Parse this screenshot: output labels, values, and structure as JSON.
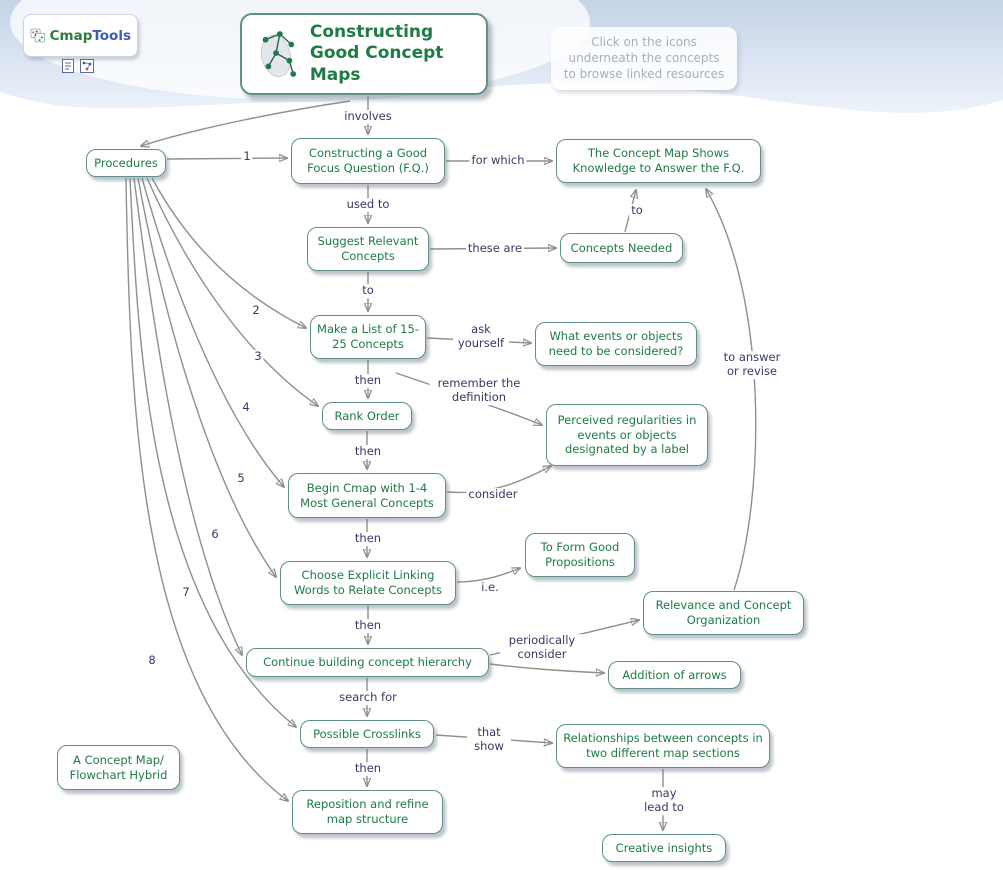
{
  "header": {
    "logo": {
      "cmap": "Cmap",
      "tools": "Tools"
    },
    "resource_icons": [
      "document-icon",
      "cmap-icon"
    ],
    "note": "Click on the icons underneath the concepts to browse linked resources"
  },
  "title": "Constructing Good Concept Maps",
  "concepts": {
    "procedures": "Procedures",
    "focus_question": "Constructing a Good Focus Question (F.Q.)",
    "map_shows": "The Concept Map Shows Knowledge to Answer the F.Q.",
    "suggest": "Suggest Relevant Concepts",
    "concepts_needed": "Concepts Needed",
    "make_list": "Make a List of 15-25 Concepts",
    "what_events": "What events or objects need to be considered?",
    "rank_order": "Rank Order",
    "perceived": "Perceived regularities in events or objects designated by a label",
    "begin_cmap": "Begin Cmap with 1-4 Most General Concepts",
    "propositions": "To Form Good Propositions",
    "linking_words": "Choose Explicit Linking Words to Relate Concepts",
    "relevance": "Relevance and Concept Organization",
    "continue_building": "Continue building concept hierarchy",
    "addition_arrows": "Addition of arrows",
    "crosslinks": "Possible Crosslinks",
    "relationships": "Relationships between concepts in two different map sections",
    "hybrid": "A Concept Map/ Flowchart Hybrid",
    "reposition": "Reposition and refine map structure",
    "creative": "Creative insights"
  },
  "links": {
    "involves": "involves",
    "n1": "1",
    "n2": "2",
    "n3": "3",
    "n4": "4",
    "n5": "5",
    "n6": "6",
    "n7": "7",
    "n8": "8",
    "for_which": "for which",
    "used_to": "used to",
    "to_up": "to",
    "these_are": "these are",
    "to_down": "to",
    "ask_yourself": "ask yourself",
    "then": "then",
    "remember": "remember the definition",
    "to_answer": "to answer or revise",
    "consider": "consider",
    "ie": "i.e.",
    "periodically": "periodically consider",
    "search_for": "search for",
    "that_show": "that show",
    "may_lead": "may lead to"
  },
  "colors": {
    "concept_text": "#1d7b46",
    "concept_border": "#5f9186",
    "link_text": "#343a63",
    "arrow_line": "#8f8f8f",
    "note_text": "#a8b0ba",
    "logo_green": "#2e7d3a",
    "logo_blue": "#3b5bb5"
  }
}
